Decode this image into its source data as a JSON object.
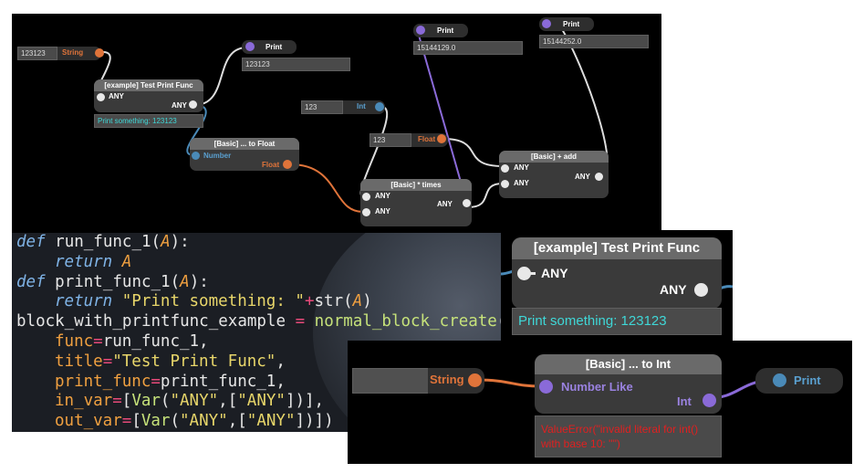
{
  "top_graph": {
    "string_node": {
      "value": "123123",
      "type_label": "String"
    },
    "print_node_1": {
      "title": "Print",
      "value": "123123"
    },
    "test_print_node": {
      "title": "[example] Test Print Func",
      "in_label": "ANY",
      "out_label": "ANY",
      "message": "Print something: 123123"
    },
    "to_float_node": {
      "title": "[Basic] ... to Float",
      "in_label": "Number",
      "out_label": "Float"
    },
    "int_node": {
      "value": "123",
      "type_label": "Int"
    },
    "float_node": {
      "value": "123",
      "type_label": "Float"
    },
    "times_node": {
      "title": "[Basic] * times",
      "in1_label": "ANY",
      "in2_label": "ANY",
      "out_label": "ANY"
    },
    "print_node_2": {
      "title": "Print",
      "value": "15144129.0"
    },
    "add_node": {
      "title": "[Basic] + add",
      "in1_label": "ANY",
      "in2_label": "ANY",
      "out_label": "ANY"
    },
    "print_node_3": {
      "title": "Print",
      "value": "15144252.0"
    }
  },
  "code": {
    "kw_def": "def",
    "func1_name": "run_func_1",
    "param_a": "A",
    "paren_open": "(",
    "paren_close_colon": "):",
    "kw_return": "return",
    "func2_name": "print_func_1",
    "str_print": "\"Print something: \"",
    "plus": "+",
    "builtin_str": "str",
    "paren_close": ")",
    "var_block": "block_with_printfunc_example",
    "eq": "=",
    "call_name": "normal_block_create",
    "kw_func": "func",
    "val_run": "run_func_1,",
    "kw_title": "title",
    "str_title": "\"Test Print Func\"",
    "comma": ",",
    "kw_print_func": "print_func",
    "val_print": "print_func_1,",
    "kw_in_var": "in_var",
    "kw_out_var": "out_var",
    "bracket_open": "[",
    "cls_var": "Var",
    "str_any": "\"ANY\"",
    "in_tail": "])],",
    "out_tail": "])])"
  },
  "zoom_test_print": {
    "title": "[example] Test Print Func",
    "in_label": "ANY",
    "out_label": "ANY",
    "message": "Print something: 123123"
  },
  "zoom_to_int": {
    "string_label": "String",
    "title": "[Basic] ... to Int",
    "in_label": "Number Like",
    "out_label": "Int",
    "print_label": "Print",
    "error": "ValueError(\"invalid literal for int() with base 10: ''\")"
  },
  "colors": {
    "string_port": "#e0743a",
    "print_port": "#8a6ad8",
    "number_port": "#4a8ab8",
    "message_text": "#3fd7d7",
    "error_text": "#e02020"
  }
}
